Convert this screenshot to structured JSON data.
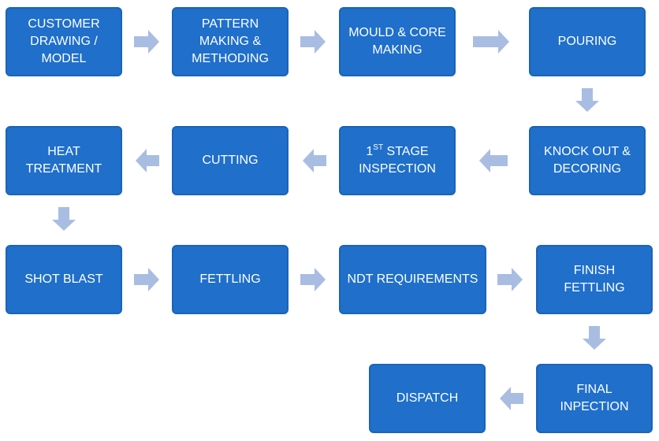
{
  "diagram": {
    "colors": {
      "box_fill": "#1f6fcb",
      "box_border": "#1a64b8",
      "box_text": "#ffffff",
      "arrow": "#a9bde2"
    },
    "steps": {
      "customer_drawing": {
        "line1": "CUSTOMER",
        "line2": "DRAWING /",
        "line3": "MODEL"
      },
      "pattern_making": {
        "line1": "PATTERN",
        "line2": "MAKING &",
        "line3": "METHODING"
      },
      "mould_core": {
        "line1": "MOULD & CORE",
        "line2": "MAKING"
      },
      "pouring": {
        "line1": "POURING"
      },
      "knock_out": {
        "line1": "KNOCK OUT &",
        "line2": "DECORING"
      },
      "first_stage": {
        "ordinal": "1",
        "sup": "ST",
        "rest": " STAGE",
        "line2": "INSPECTION"
      },
      "cutting": {
        "line1": "CUTTING"
      },
      "heat_treatment": {
        "line1": "HEAT",
        "line2": "TREATMENT"
      },
      "shot_blast": {
        "line1": "SHOT BLAST"
      },
      "fettling": {
        "line1": "FETTLING"
      },
      "ndt": {
        "line1": "NDT REQUIREMENTS"
      },
      "finish_fettling": {
        "line1": "FINISH",
        "line2": "FETTLING"
      },
      "final_inspection": {
        "line1": "FINAL",
        "line2": "INPECTION"
      },
      "dispatch": {
        "line1": "DISPATCH"
      }
    }
  }
}
